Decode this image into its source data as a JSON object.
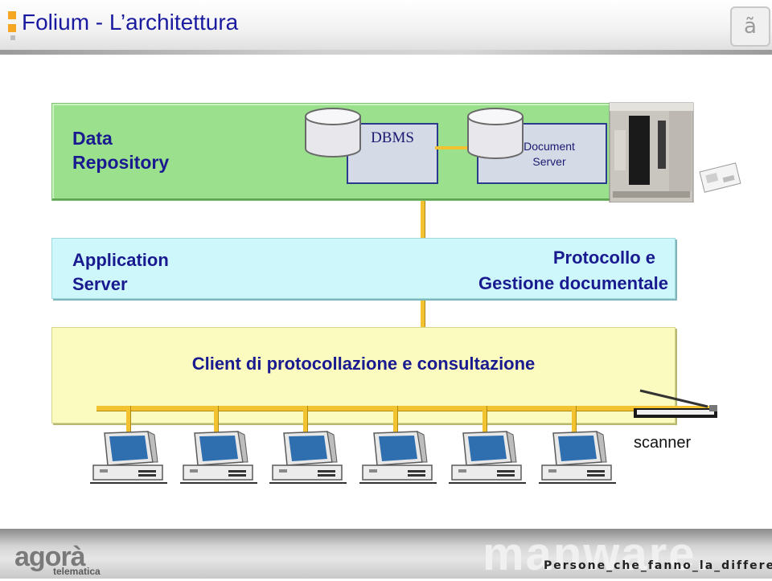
{
  "header": {
    "title": "Folium - L’architettura",
    "logo_icon": "a-logo-icon"
  },
  "tiers": {
    "repository": {
      "label_line1": "Data",
      "label_line2": "Repository",
      "color": "#9be08c"
    },
    "application": {
      "label_line1": "Application",
      "label_line2": "Server",
      "service_line1": "Protocollo e",
      "service_line2": "Gestione documentale",
      "color": "#cdf7fb"
    },
    "client": {
      "label": "Client di protocollazione e consultazione",
      "color": "#fbfbc0"
    }
  },
  "nodes": {
    "dbms": {
      "label": "DBMS"
    },
    "document_server": {
      "label_line1": "Document",
      "label_line2": "Server"
    },
    "scanner": {
      "label": "scanner"
    }
  },
  "client_workstations": 6,
  "accent_color": "#f2c230",
  "footer": {
    "brand_left": "agorà",
    "brand_left_sub": "telematica",
    "brand_right": "manware.",
    "tagline": "Persone_che_fanno_la_differenza"
  }
}
